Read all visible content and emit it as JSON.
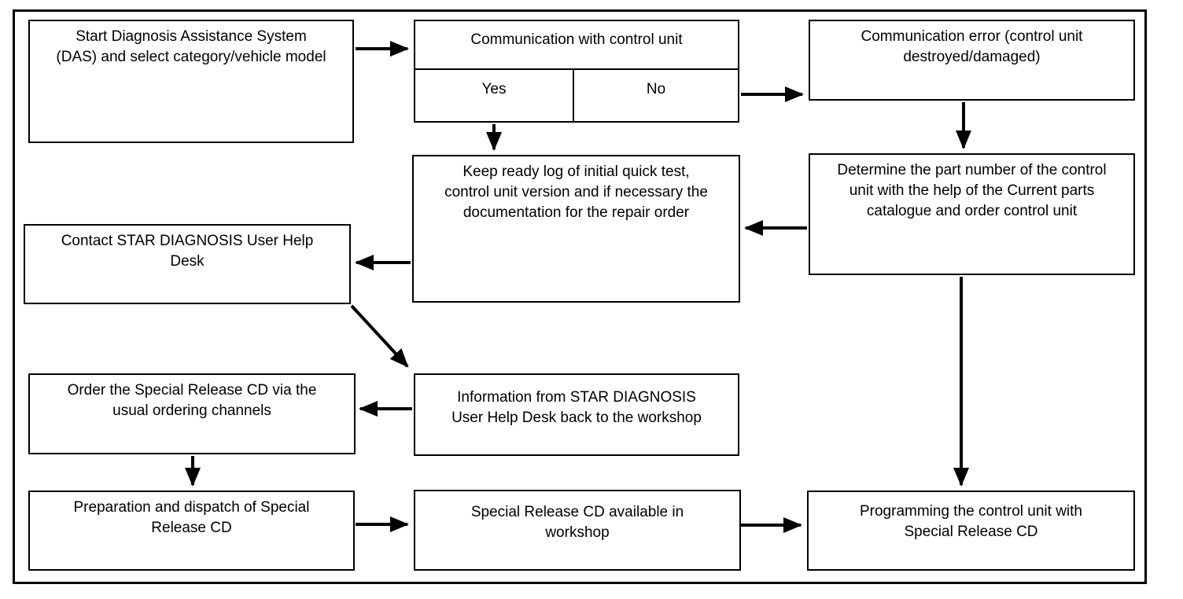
{
  "diagram": {
    "type": "flowchart",
    "colors": {
      "line": "#000000",
      "background": "#ffffff",
      "text": "#000000"
    },
    "nodes": {
      "start_das": {
        "label": "Start Diagnosis Assistance System\n(DAS) and select category/vehicle model"
      },
      "comm_control_unit": {
        "label": "Communication with control unit",
        "yes": "Yes",
        "no": "No"
      },
      "comm_error": {
        "label": "Communication error (control unit\ndestroyed/damaged)"
      },
      "keep_ready_log": {
        "label": "Keep ready log of initial quick test,\ncontrol unit version and if necessary the\ndocumentation for the repair order"
      },
      "determine_part_number": {
        "label": "Determine the part number of the control\nunit with the help of the Current parts\ncatalogue and order control unit"
      },
      "contact_help_desk": {
        "label": "Contact STAR DIAGNOSIS User Help\nDesk"
      },
      "order_cd": {
        "label": "Order the Special Release CD via the\nusual ordering channels"
      },
      "info_help_desk": {
        "label": "Information from STAR DIAGNOSIS\nUser Help Desk back to the workshop"
      },
      "prepare_dispatch_cd": {
        "label": "Preparation and dispatch of Special\nRelease CD"
      },
      "cd_available": {
        "label": "Special Release CD available in\nworkshop"
      },
      "programming_control_unit": {
        "label": "Programming the control unit with\nSpecial Release CD"
      }
    },
    "edges": [
      {
        "from": "start_das",
        "to": "comm_control_unit"
      },
      {
        "from": "comm_control_unit",
        "branch": "No",
        "to": "comm_error"
      },
      {
        "from": "comm_control_unit",
        "branch": "Yes",
        "to": "keep_ready_log"
      },
      {
        "from": "comm_error",
        "to": "determine_part_number"
      },
      {
        "from": "determine_part_number",
        "to": "keep_ready_log"
      },
      {
        "from": "keep_ready_log",
        "to": "contact_help_desk"
      },
      {
        "from": "contact_help_desk",
        "to": "info_help_desk"
      },
      {
        "from": "info_help_desk",
        "to": "order_cd"
      },
      {
        "from": "order_cd",
        "to": "prepare_dispatch_cd"
      },
      {
        "from": "prepare_dispatch_cd",
        "to": "cd_available"
      },
      {
        "from": "cd_available",
        "to": "programming_control_unit"
      },
      {
        "from": "determine_part_number",
        "to": "programming_control_unit"
      }
    ]
  }
}
